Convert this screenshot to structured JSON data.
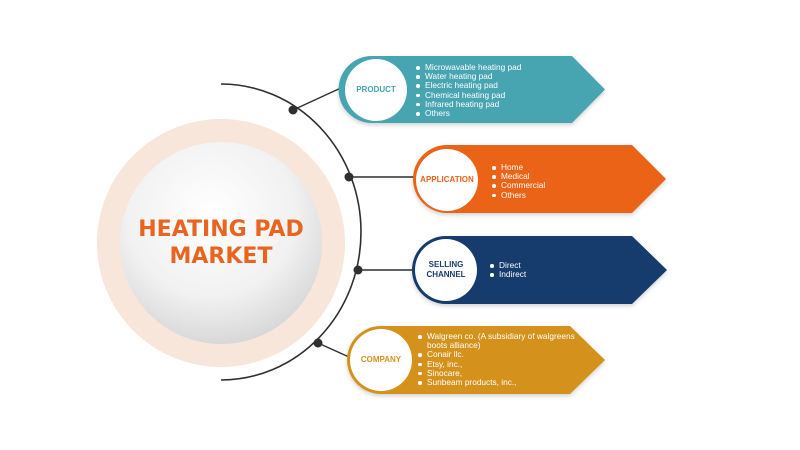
{
  "center": {
    "title_line1": "HEATING PAD",
    "title_line2": "MARKET"
  },
  "segments": [
    {
      "label": "PRODUCT",
      "color": "#47a4b1",
      "items": [
        "Microwavable heating pad",
        "Water heating pad",
        "Electric heating pad",
        "Chemical heating pad",
        "Infrared heating pad",
        "Others"
      ]
    },
    {
      "label": "APPLICATION",
      "color": "#eb6319",
      "items": [
        "Home",
        "Medical",
        "Commercial",
        "Others"
      ]
    },
    {
      "label_line1": "SELLING",
      "label_line2": "CHANNEL",
      "color": "#173b6d",
      "items": [
        "Direct",
        "Indirect"
      ]
    },
    {
      "label": "COMPANY",
      "color": "#d4921b",
      "items": [
        "Walgreen co. (A subsidiary of walgreens",
        "boots alliance)",
        "Conair llc.",
        "Etsy, inc.,",
        "Sinocare,",
        "Sunbeam products, inc.,"
      ]
    }
  ],
  "colors": {
    "ring": "#f8e6da",
    "connector": "#2f2f2f"
  }
}
